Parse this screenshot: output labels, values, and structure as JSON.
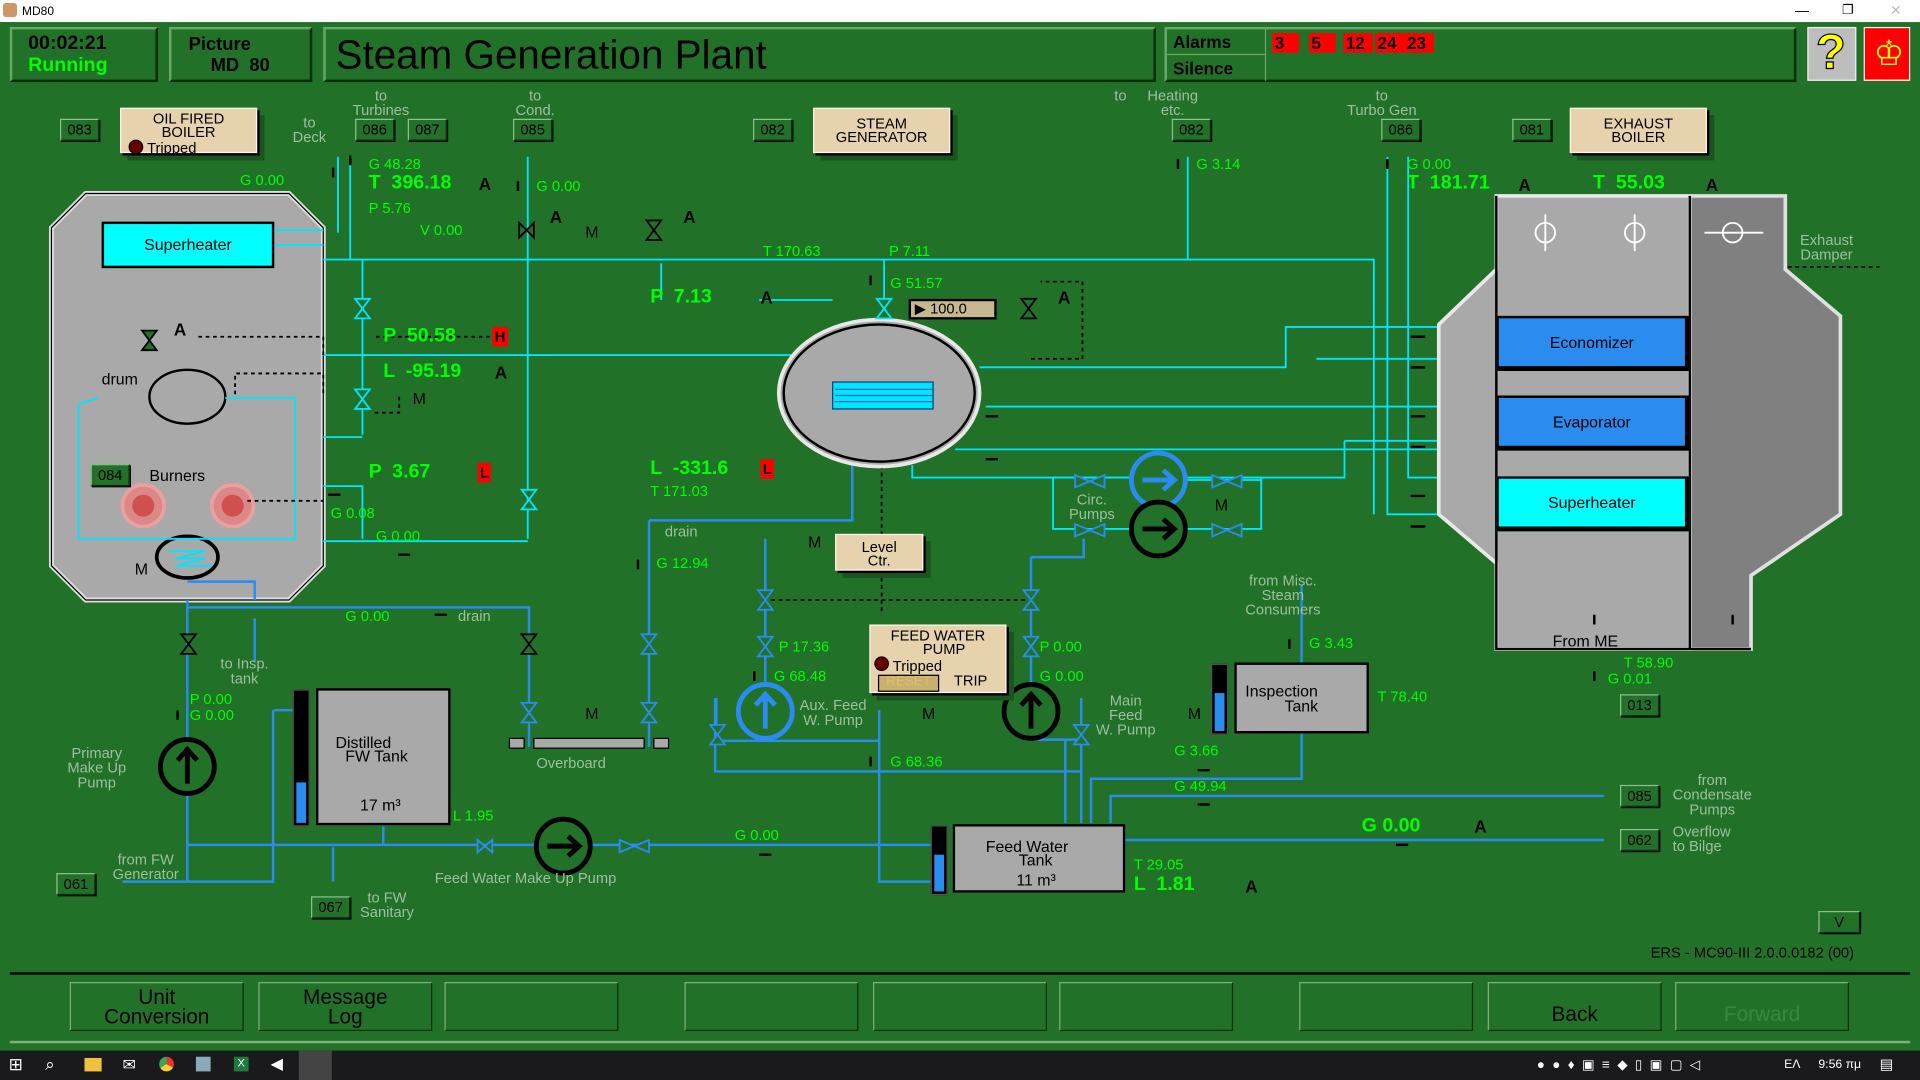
{
  "window": {
    "title": "MD80"
  },
  "header": {
    "time": "00:02:21",
    "status": "Running",
    "picture_label": "Picture",
    "picture_id": "MD  80",
    "title": "Steam Generation Plant",
    "alarms_label": "Alarms",
    "silence_label": "Silence",
    "alarm_codes": [
      "3",
      "5",
      "12",
      "24",
      "23"
    ],
    "help_icon": "question-mark-icon",
    "logo_icon": "company-logo"
  },
  "equipment": {
    "oil_fired_boiler": {
      "line1": "OIL FIRED",
      "line2": "BOILER",
      "status": "Tripped"
    },
    "steam_generator": {
      "line1": "STEAM",
      "line2": "GENERATOR"
    },
    "exhaust_boiler": {
      "line1": "EXHAUST",
      "line2": "BOILER"
    },
    "feed_water_pump": {
      "line1": "FEED WATER",
      "line2": "PUMP",
      "status": "Tripped",
      "reset": "RESET",
      "trip": "TRIP"
    },
    "level_ctr": {
      "line1": "Level",
      "line2": "Ctr."
    },
    "superheater": "Superheater",
    "economizer": "Economizer",
    "evaporator": "Evaporator",
    "exh_superheater": "Superheater",
    "drum": "drum",
    "burners": "Burners",
    "from_me": "From ME",
    "valve_setpoint": "100.0",
    "distilled_tank": {
      "line1": "Distilled",
      "line2": "FW Tank",
      "volume": "17 m³",
      "level_fraction": 0.3
    },
    "inspection_tank": {
      "line1": "Inspection",
      "line2": "Tank",
      "level_fraction": 0.55
    },
    "feed_water_tank": {
      "line1": "Feed Water",
      "line2": "Tank",
      "volume": "11 m³",
      "level_fraction": 0.55
    }
  },
  "links": {
    "l083": "083",
    "l086a": "086",
    "l087": "087",
    "l085a": "085",
    "l082a": "082",
    "l082b": "082",
    "l086b": "086",
    "l081": "081",
    "l084": "084",
    "l013": "013",
    "l085b": "085",
    "l062": "062",
    "l061": "061",
    "l067": "067",
    "v": "V"
  },
  "labels": {
    "to_turbines": "to\nTurbines",
    "to_cond": "to\nCond.",
    "to_deck": "to\nDeck",
    "to": "to",
    "heating": "Heating\netc.",
    "to_turbo_gen": "to\nTurbo Gen",
    "exhaust_damper": "Exhaust\nDamper",
    "drain1": "drain",
    "circ_pumps": "Circ.\nPumps",
    "drain2": "drain",
    "to_insp_tank": "to Insp.\ntank",
    "primary_makeup": "Primary\nMake Up\nPump",
    "overboard": "Overboard",
    "aux_feed": "Aux. Feed\nW. Pump",
    "main_feed": "Main\nFeed\nW. Pump",
    "from_misc": "from Misc.\nSteam\nConsumers",
    "from_fw_gen": "from FW\nGenerator",
    "fw_makeup_pump": "Feed Water Make Up Pump",
    "to_fw_sanitary": "to FW\nSanitary",
    "from_condensate": "from\nCondensate\nPumps",
    "overflow": "Overflow\nto Bilge"
  },
  "readings": {
    "boiler_g_top": "G 0.00",
    "g_48": "G 48.28",
    "t_396": "T  396.18",
    "p_576": "P 5.76",
    "v_000": "V 0.00",
    "g_cond": "G 0.00",
    "g_heat": "G 3.14",
    "g_turbo": "G 0.00",
    "t_17063": "T 170.63",
    "p_711": "P 7.11",
    "g_5157": "G 51.57",
    "p_5058": "P  50.58",
    "l_9519": "L  -95.19",
    "p_367": "P  3.67",
    "g_008": "G 0.08",
    "g_000b": "G 0.00",
    "p_713": "P  7.13",
    "l_3316": "L  -331.6",
    "t_17103": "T 171.03",
    "g_1294": "G 12.94",
    "p_1736": "P 17.36",
    "g_6848": "G 68.48",
    "p_000m": "P 0.00",
    "g_000m": "G 0.00",
    "g_drain": "G 0.00",
    "p_000p": "P 0.00",
    "g_000p": "G 0.00",
    "l_195": "L 1.95",
    "g_6836": "G 68.36",
    "g_000fw": "G 0.00",
    "g_343": "G 3.43",
    "t_7840": "T 78.40",
    "g_366": "G 3.66",
    "g_4994": "G 49.94",
    "g_overflow": "G 0.00",
    "t_2905": "T 29.05",
    "l_181": "L  1.81",
    "t_5890": "T 58.90",
    "g_001": "G 0.01",
    "t_18171": "T  181.71",
    "t_5503": "T  55.03"
  },
  "alarm_flags": {
    "h": "H",
    "l1": "L",
    "l2": "L"
  },
  "mode": {
    "a": "A",
    "m": "M"
  },
  "version": "ERS - MC90-III 2.0.0.0182 (00)",
  "footer": {
    "unit_conversion": "Unit\nConversion",
    "message_log": "Message\nLog",
    "back": "Back",
    "forward": "Forward"
  },
  "taskbar": {
    "lang": "ΕΛ",
    "clock": "9:56 πμ"
  },
  "colors": {
    "background": "#217129",
    "steam_pipe": "#00e5ff",
    "water_pipe": "#2b8cf0",
    "reading": "#00ff00",
    "alarm": "#ff0000",
    "equipment_button": "#e6d2ac"
  }
}
